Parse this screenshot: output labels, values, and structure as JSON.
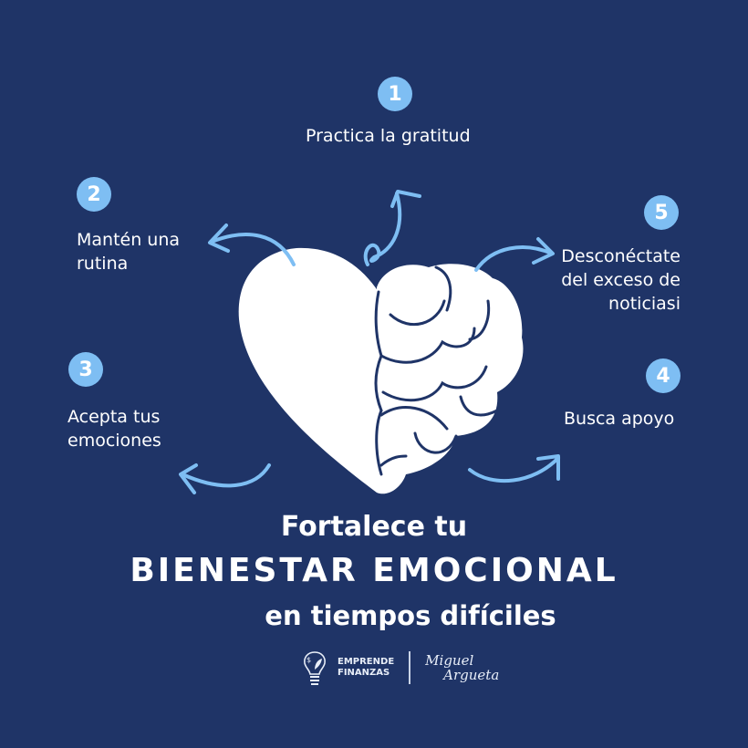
{
  "colors": {
    "background": "#1f3467",
    "accent": "#7ebef3",
    "text": "#ffffff"
  },
  "tips": [
    {
      "number": "1",
      "label": "Practica la gratitud"
    },
    {
      "number": "2",
      "label_line1": "Mantén una",
      "label_line2": "rutina"
    },
    {
      "number": "3",
      "label_line1": "Acepta tus",
      "label_line2": "emociones"
    },
    {
      "number": "4",
      "label": "Busca apoyo"
    },
    {
      "number": "5",
      "label_line1": "Desconéctate",
      "label_line2": "del exceso de",
      "label_line3": "noticiasi"
    }
  ],
  "title": {
    "line1": "Fortalece tu",
    "line2": "BIENESTAR EMOCIONAL",
    "line3": "en tiempos difíciles"
  },
  "illustration": {
    "icon": "heart-brain-icon"
  },
  "footer": {
    "brand_line1": "EMPRENDE",
    "brand_line2": "FINANZAS",
    "signature_line1": "Miguel",
    "signature_line2": "Argueta"
  }
}
